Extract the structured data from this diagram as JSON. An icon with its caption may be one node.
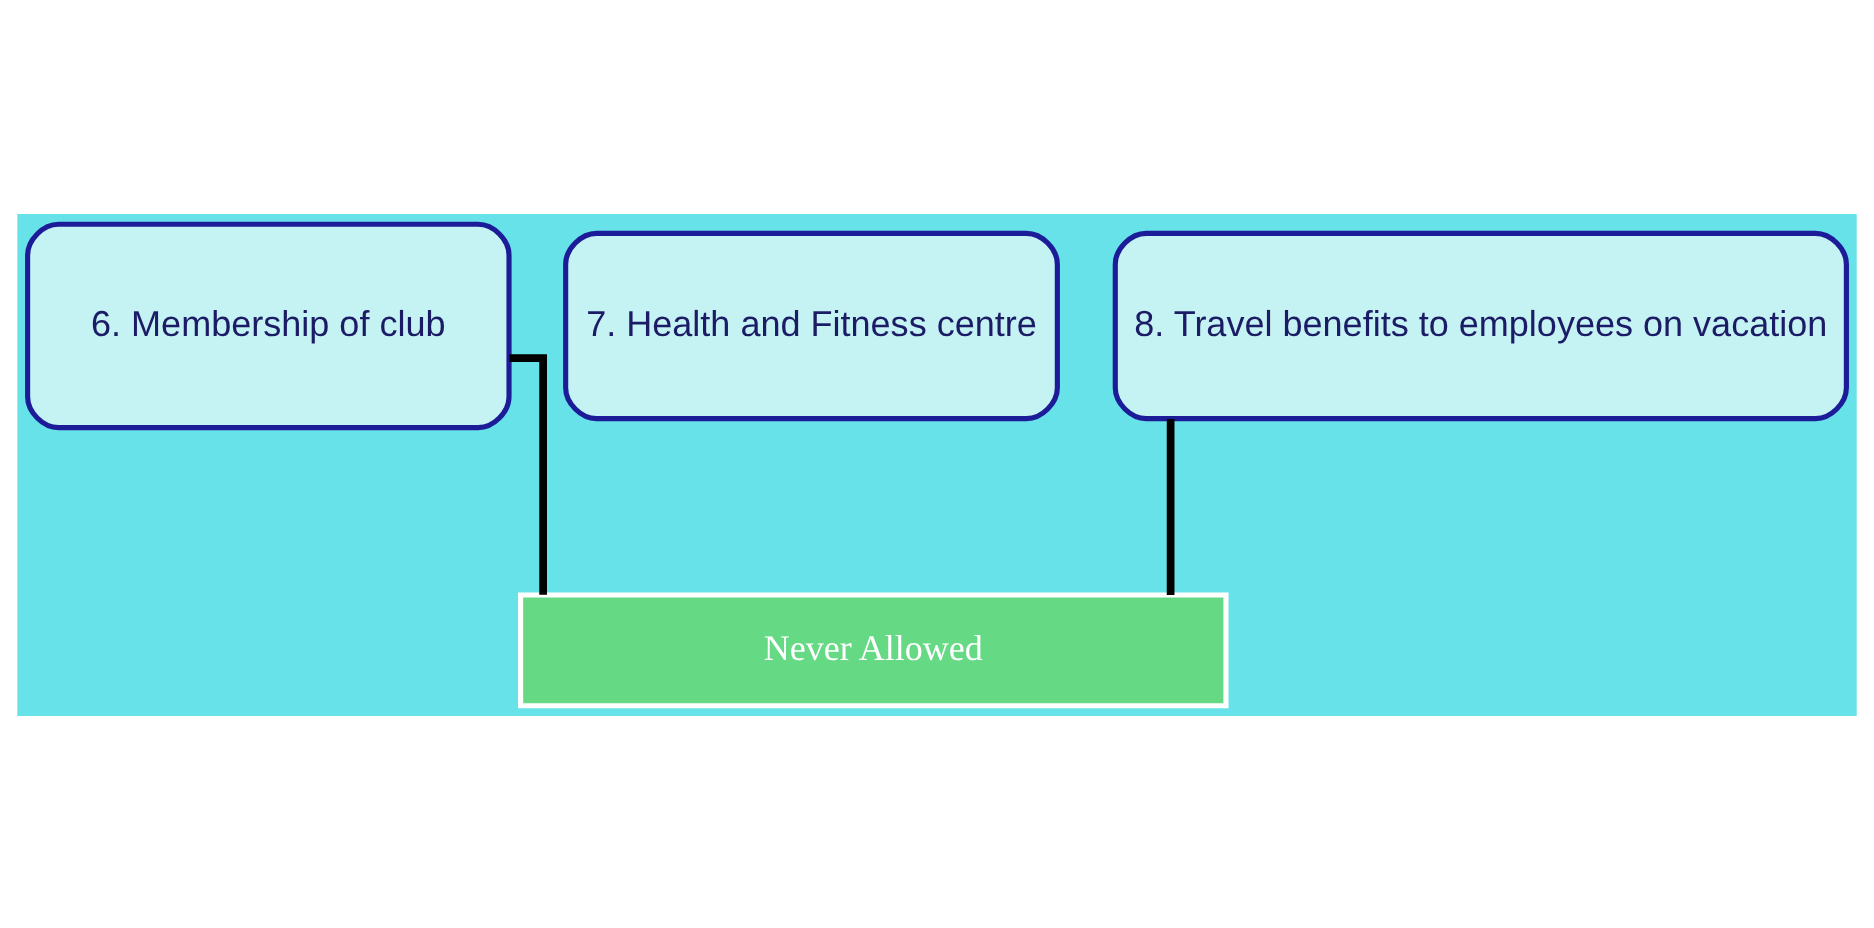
{
  "diagram": {
    "nodes": [
      {
        "text": [
          "6. Membership of club"
        ]
      },
      {
        "text": [
          "7. Health and Fitness centre"
        ]
      },
      {
        "text": [
          "8. Travel benefits to employees on vacation"
        ]
      },
      {
        "text": [
          "Never Allowed"
        ]
      }
    ],
    "edges": [
      {
        "from": 0,
        "to": 3,
        "arrow": "none"
      },
      {
        "from": 2,
        "to": 3,
        "arrow": "none"
      }
    ]
  }
}
